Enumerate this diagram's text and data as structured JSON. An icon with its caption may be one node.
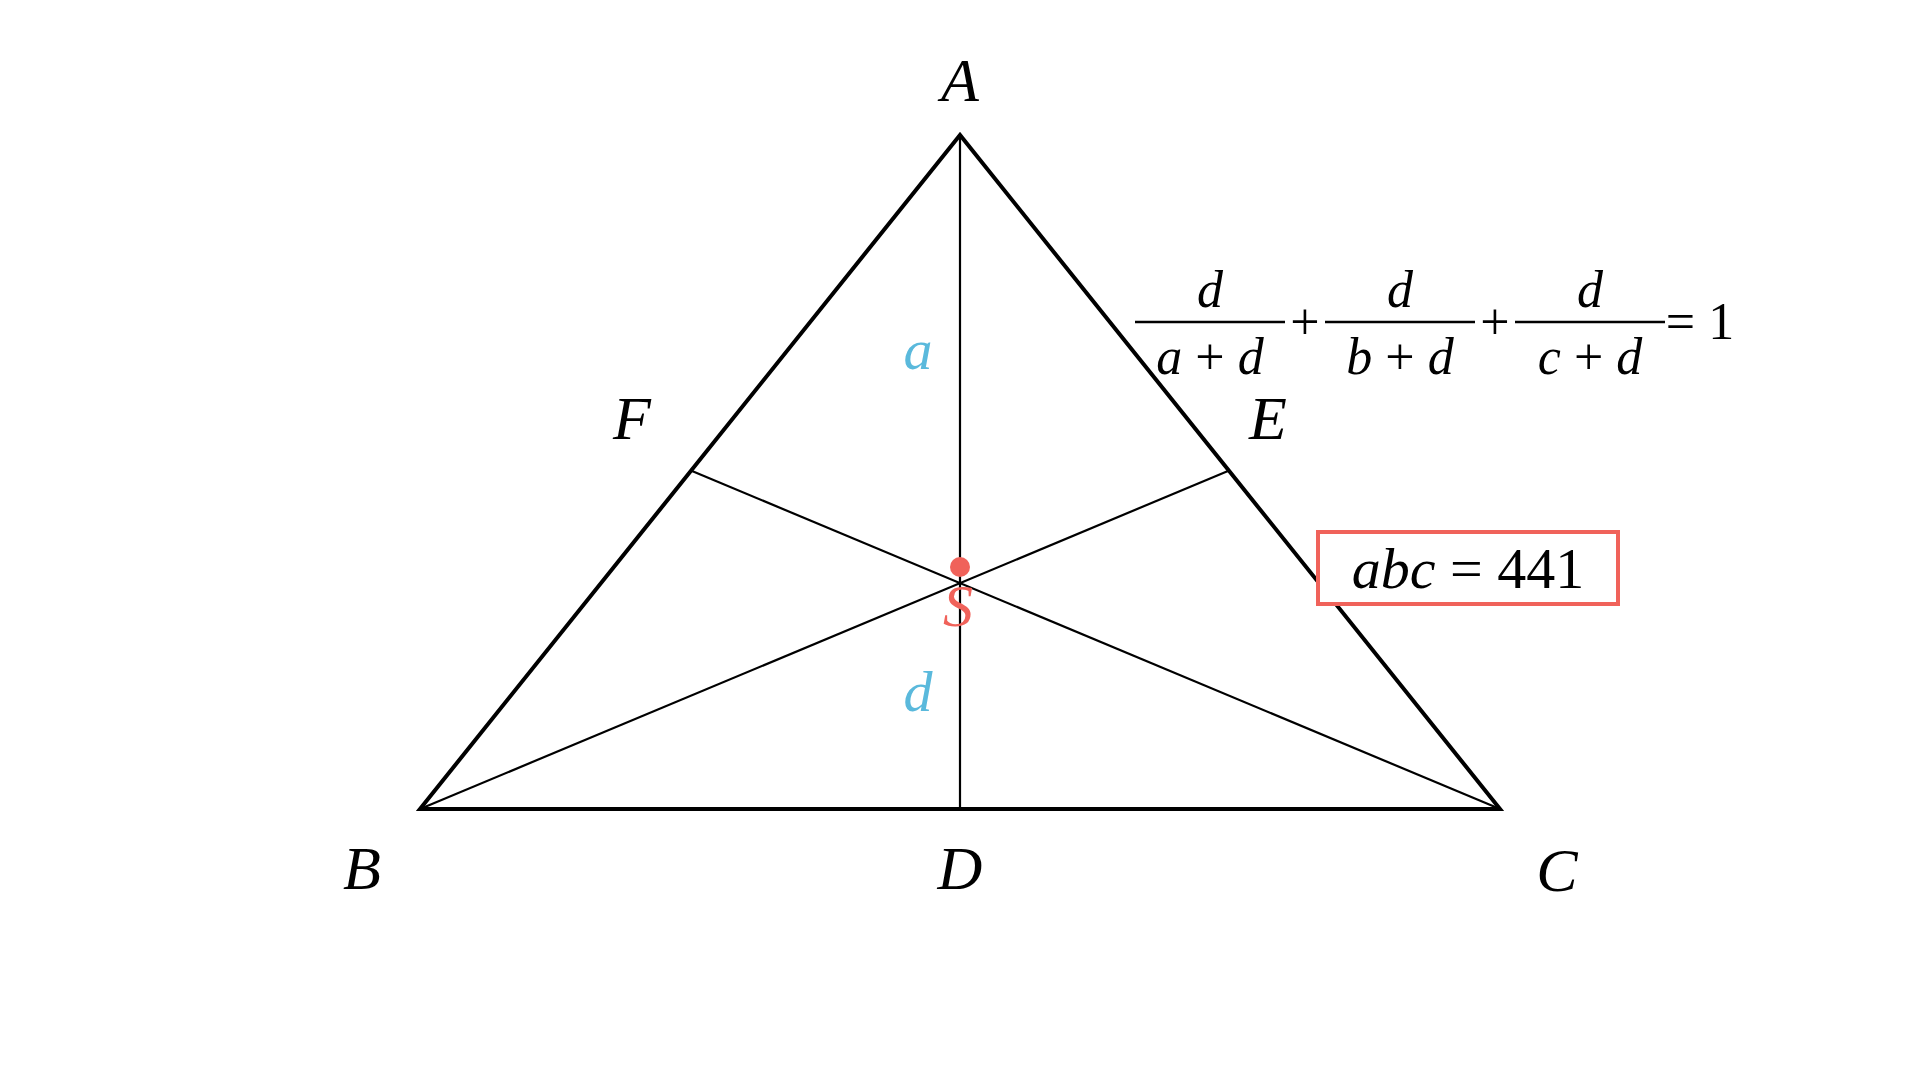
{
  "diagram": {
    "nodes": [
      {
        "text": [
          "*abc* = 441"
        ]
      }
    ],
    "labels": [
      "A",
      "a",
      "F",
      "d",
      "*a* + *d*",
      "+",
      "d",
      "*b* + *d*",
      "+",
      "d",
      "*c* + *d*",
      "= 1",
      "E",
      "S",
      "d",
      "B",
      "D",
      "C"
    ]
  }
}
